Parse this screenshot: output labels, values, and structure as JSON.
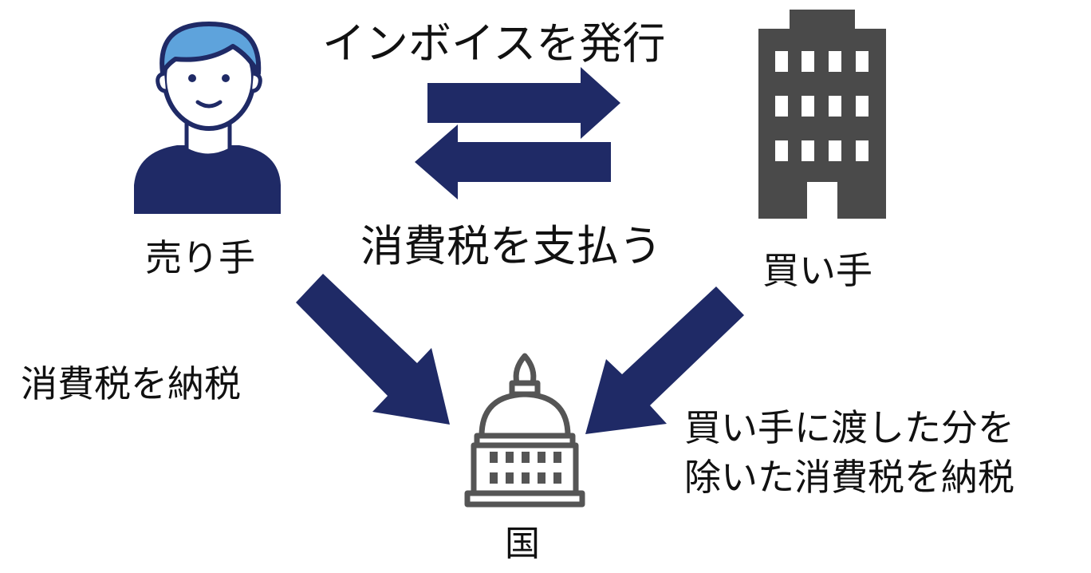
{
  "labels": {
    "invoice_issue": "インボイスを発行",
    "pay_consumption_tax": "消費税を支払う",
    "seller": "売り手",
    "buyer": "買い手",
    "seller_pays_tax": "消費税を納税",
    "buyer_pays_tax": "買い手に渡した分を\n除いた消費税を納税",
    "country": "国"
  },
  "colors": {
    "arrow": "#1f2a66",
    "person_body": "#1f2a66",
    "person_hair": "#5ea3dc",
    "person_outline": "#1f2a66",
    "building": "#4a4a4a",
    "capitol": "#555555",
    "text": "#111111"
  },
  "icons": {
    "seller": "person-icon",
    "buyer": "building-icon",
    "country": "capitol-icon"
  }
}
